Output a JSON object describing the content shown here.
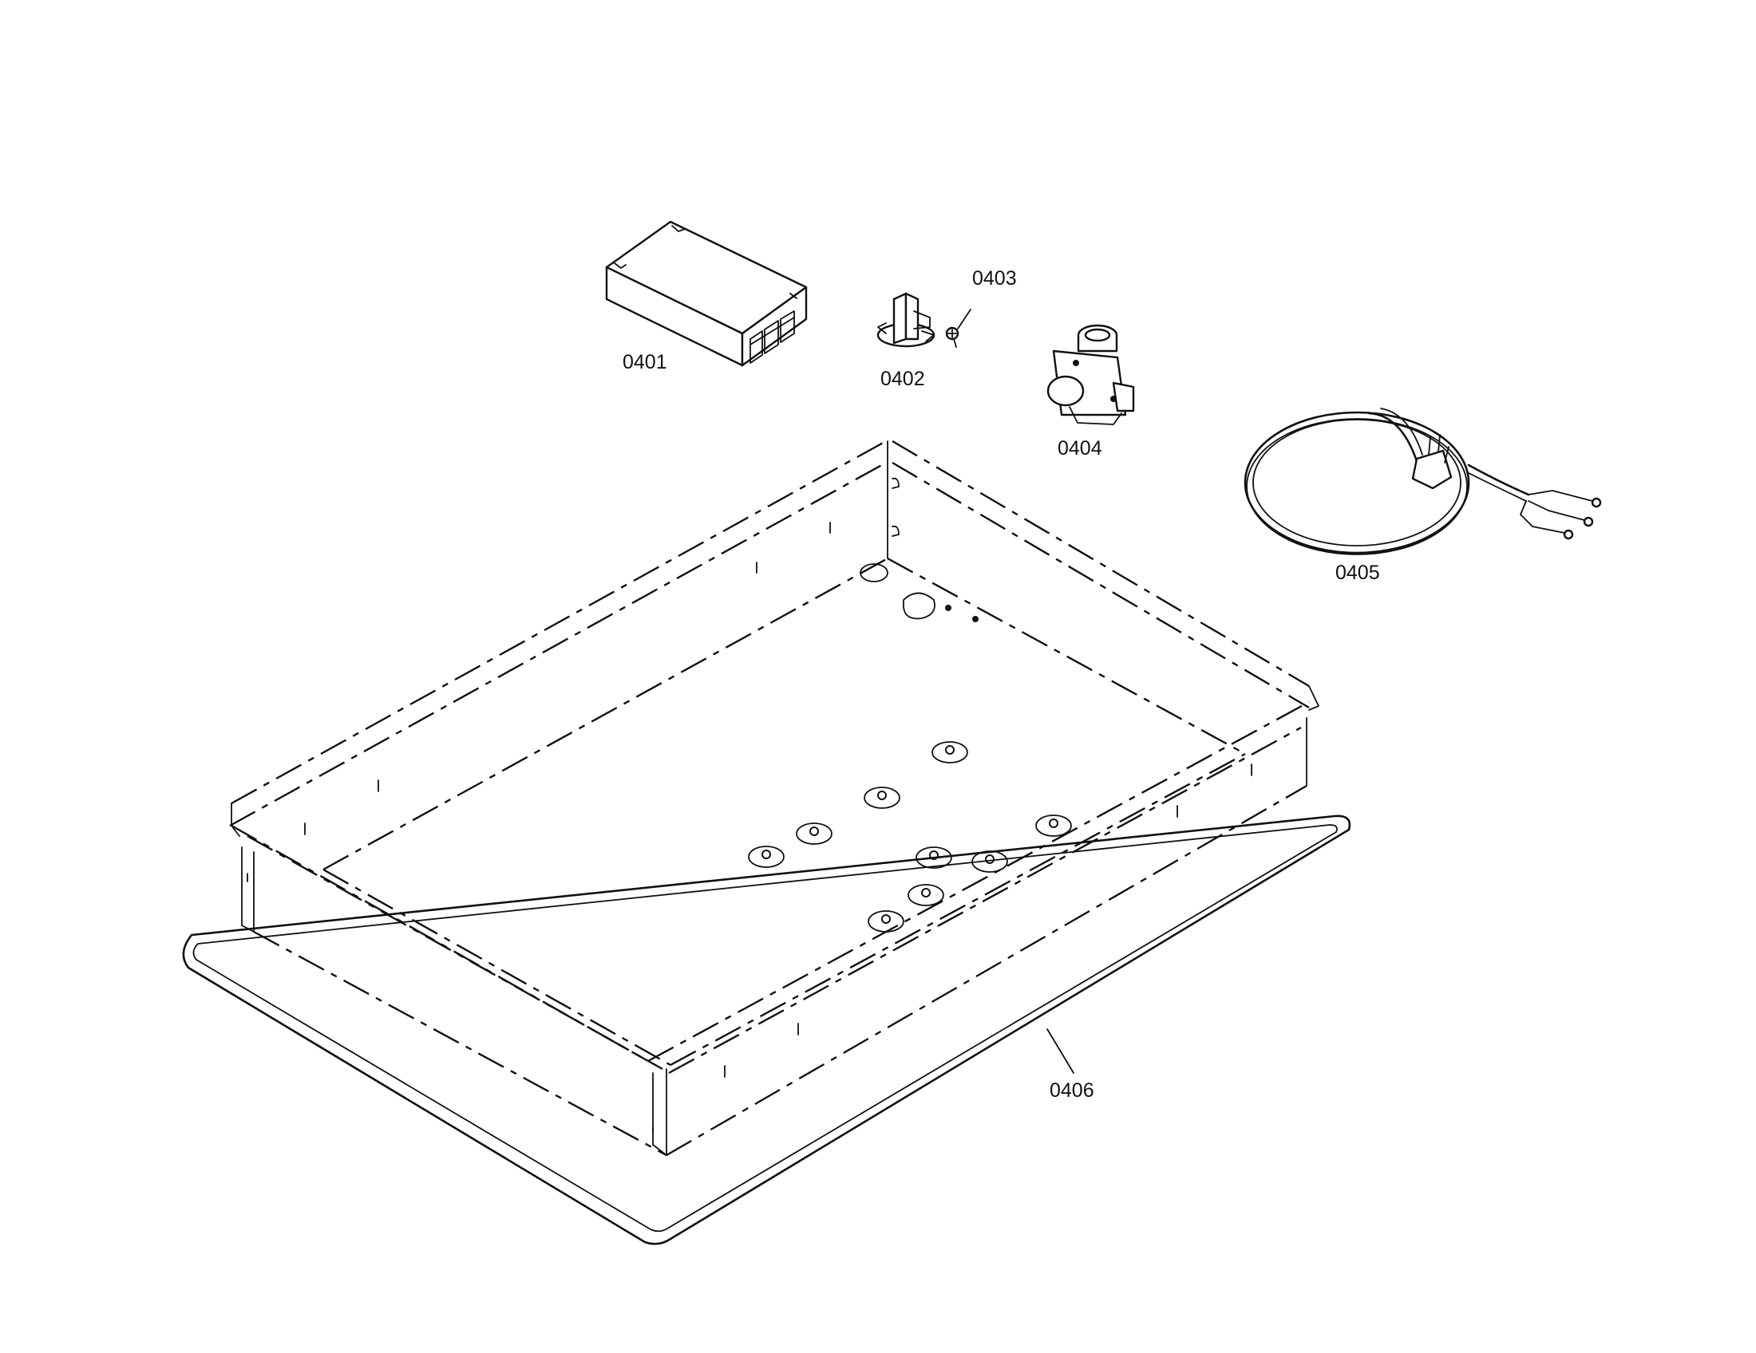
{
  "labels": {
    "p0401": "0401",
    "p0402": "0402",
    "p0403": "0403",
    "p0404": "0404",
    "p0405": "0405",
    "p0406": "0406"
  }
}
